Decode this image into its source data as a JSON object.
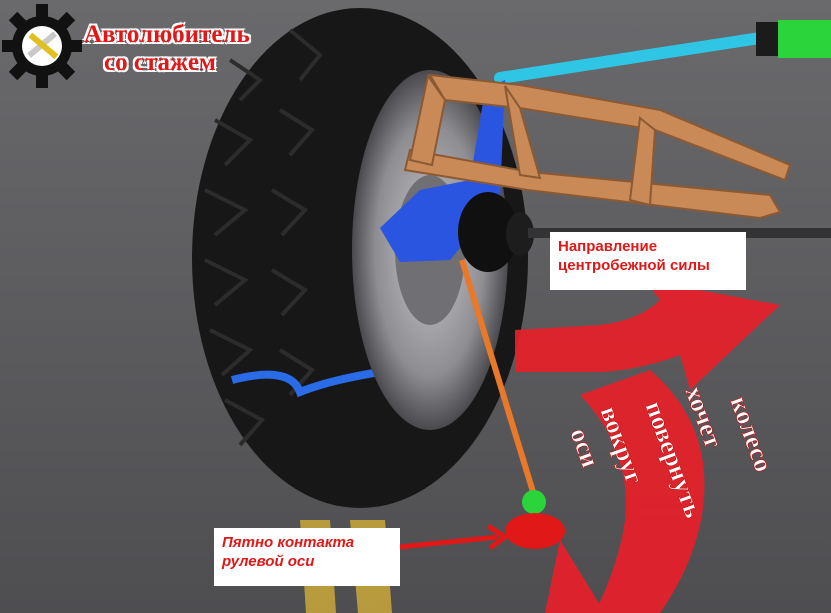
{
  "logo": {
    "line1": "Автолюбитель",
    "line2": "со стажем"
  },
  "labels": {
    "centrifugal_line1": "Направление",
    "centrifugal_line2": "центробежной силы",
    "contact_line1": "Пятно контакта",
    "contact_line2": "рулевой оси"
  },
  "arrow_text": {
    "line1": "колесо",
    "line2": "хочет",
    "line3": "повернуть",
    "line4": "вокруг",
    "line5": "оси"
  },
  "colors": {
    "accent_red": "#e01818",
    "road": "#5d5d60",
    "tire": "#161616",
    "arm": "#c98a58",
    "blue": "#2a55e0",
    "cyan": "#2fc6e6",
    "green": "#2bd43a",
    "orange": "#e8782a"
  }
}
